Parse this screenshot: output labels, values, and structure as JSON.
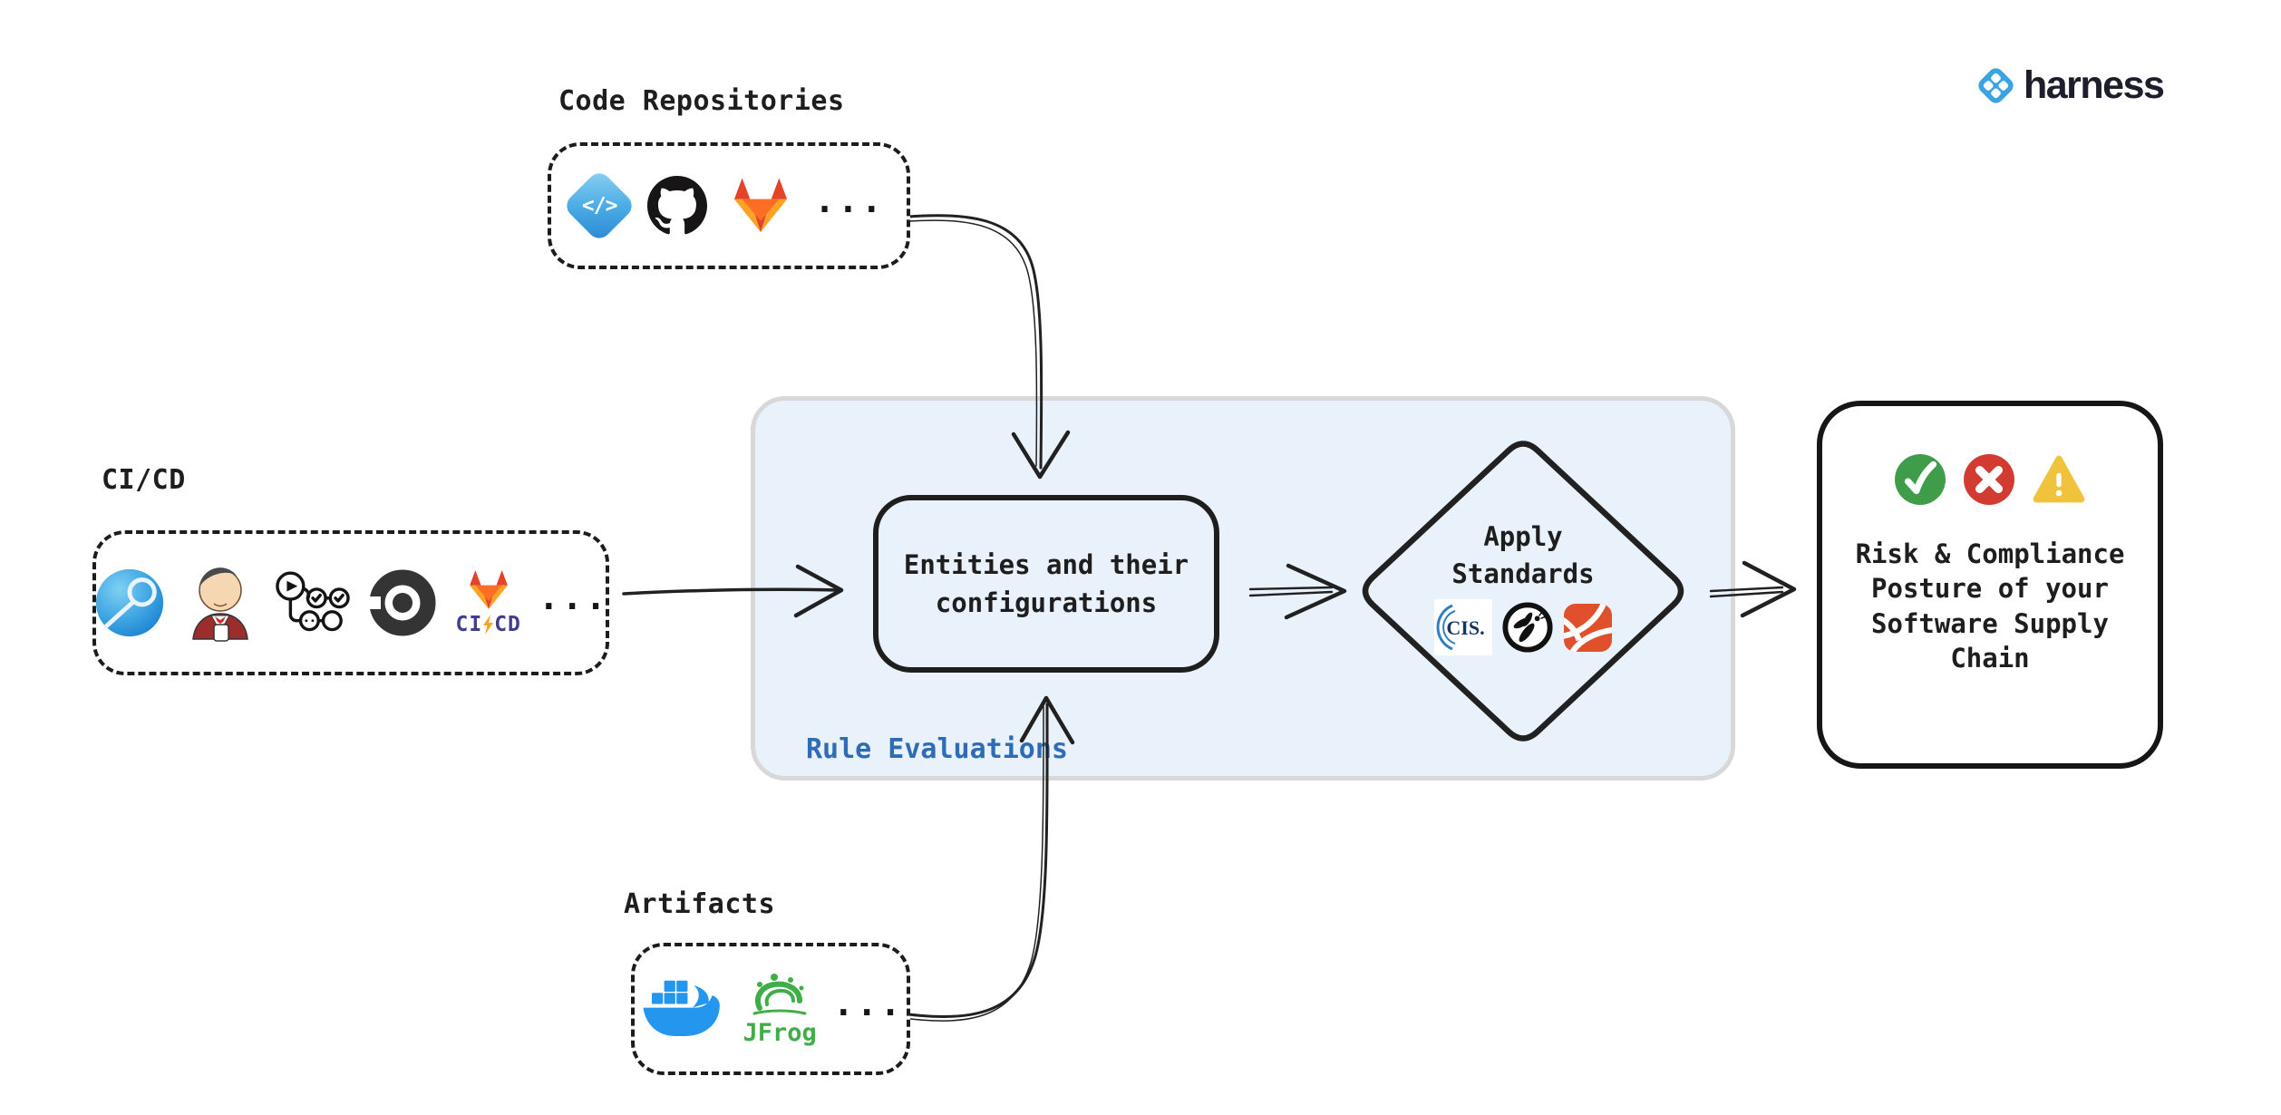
{
  "colors": {
    "ink": "#1e1e1e",
    "panel_bg": "#e9f1fb",
    "panel_border": "#d8d8d8",
    "rule_label": "#2e6cb5",
    "harness_blue": "#3ba4e0",
    "brand_text": "#1d1d2b",
    "success_green": "#3f9d49",
    "error_red": "#d23b31",
    "warning_yellow": "#f0c33c",
    "docker_blue": "#2496ed",
    "jfrog_green": "#40ae48",
    "gitlab_red": "#e24329",
    "gitlab_orange": "#fc6d26",
    "gitlab_yellow": "#fca326",
    "cicd_text": "#3f3d8f",
    "cis_navy": "#14375f",
    "cis_blue": "#2d7fc1",
    "standards_orange": "#e0502d",
    "github_black": "#171515",
    "circleci_dark": "#343434"
  },
  "brand": {
    "wordmark": "harness"
  },
  "sources": {
    "code_repositories": {
      "label": "Code Repositories",
      "ellipsis": "...",
      "icons": [
        "harness-code",
        "github",
        "gitlab"
      ],
      "harness_code_glyph": "</>"
    },
    "cicd": {
      "label": "CI/CD",
      "ellipsis": "...",
      "icons": [
        "harness-ci",
        "jenkins",
        "github-actions",
        "circleci",
        "gitlab-cicd"
      ],
      "gitlab_ci": "CI",
      "gitlab_cd": "CD"
    },
    "artifacts": {
      "label": "Artifacts",
      "ellipsis": "...",
      "icons": [
        "docker",
        "jfrog"
      ],
      "jfrog_wordmark": "JFrog"
    }
  },
  "rule_panel": {
    "label": "Rule Evaluations"
  },
  "entities_box": {
    "lines": [
      "Entities and their",
      "configurations"
    ]
  },
  "apply_standards": {
    "lines": [
      "Apply",
      "Standards"
    ],
    "cis_label": "CIS.",
    "icons": [
      "cis",
      "owasp",
      "orange-ribbon"
    ]
  },
  "outcome_box": {
    "icons": [
      "check",
      "cross",
      "warning"
    ],
    "lines": [
      "Risk & Compliance",
      "Posture of your",
      "Software Supply",
      "Chain"
    ]
  }
}
